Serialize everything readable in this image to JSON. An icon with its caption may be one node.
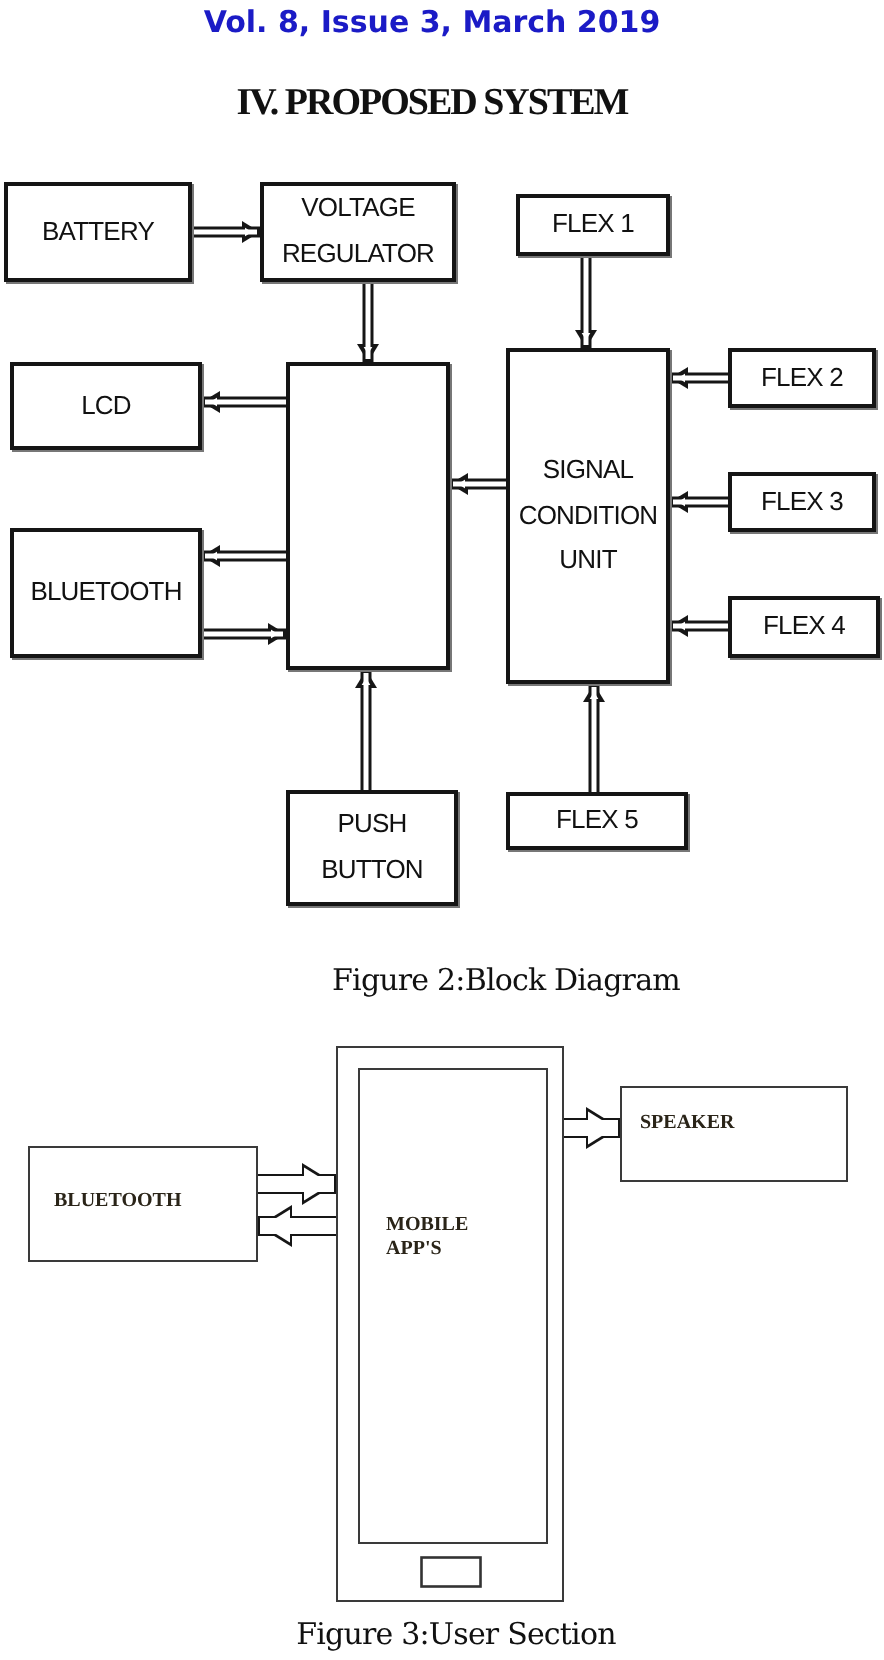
{
  "diagram": {
    "title": "IV. PROPOSED SYSTEM",
    "nodes": [
      {
        "text": [
          "BATTERY"
        ]
      },
      {
        "text": [
          "VOLTAGE REGULATOR"
        ]
      },
      {
        "text": [
          "FLEX 1"
        ]
      },
      {
        "text": [
          "LCD"
        ]
      },
      {
        "text": [],
        "shape": "box"
      },
      {
        "text": [
          "SIGNAL CONDITION UNIT"
        ]
      },
      {
        "text": [
          "FLEX 2"
        ]
      },
      {
        "text": [
          "FLEX 3"
        ]
      },
      {
        "text": [
          "BLUETOOTH"
        ]
      },
      {
        "text": [
          "FLEX 4"
        ]
      },
      {
        "text": [
          "PUSH BUTTON"
        ]
      },
      {
        "text": [
          "FLEX 5"
        ]
      },
      {
        "text": [
          "BLUETOOTH"
        ]
      },
      {
        "text": [],
        "shape": "phone"
      },
      {
        "text": [
          "MOBILE APP'S"
        ],
        "in": 13
      },
      {
        "text": [
          "SPEAKER"
        ]
      }
    ],
    "edges": [
      {
        "from": 0,
        "to": 1,
        "arrow": "to"
      },
      {
        "from": 1,
        "to": 4,
        "arrow": "to"
      },
      {
        "from": 2,
        "to": 5,
        "arrow": "to"
      },
      {
        "from": 4,
        "to": 3,
        "arrow": "to"
      },
      {
        "from": 5,
        "to": 4,
        "arrow": "to"
      },
      {
        "from": 6,
        "to": 5,
        "arrow": "to"
      },
      {
        "from": 7,
        "to": 5,
        "arrow": "to"
      },
      {
        "from": 4,
        "to": 8,
        "arrow": "to"
      },
      {
        "from": 9,
        "to": 5,
        "arrow": "to"
      },
      {
        "from": 8,
        "to": 4,
        "arrow": "to"
      },
      {
        "from": 10,
        "to": 4,
        "arrow": "to"
      },
      {
        "from": 11,
        "to": 5,
        "arrow": "to"
      },
      {
        "from": 12,
        "to": 13,
        "arrow": "to",
        "style": "thick"
      },
      {
        "from": 13,
        "to": 12,
        "arrow": "to",
        "style": "thick"
      },
      {
        "from": 13,
        "to": 15,
        "arrow": "to",
        "style": "thick"
      }
    ],
    "labels": [
      "Vol. 8, Issue 3, March 2019",
      "Figure 2:Block Diagram",
      "Figure 3:User Section"
    ]
  }
}
